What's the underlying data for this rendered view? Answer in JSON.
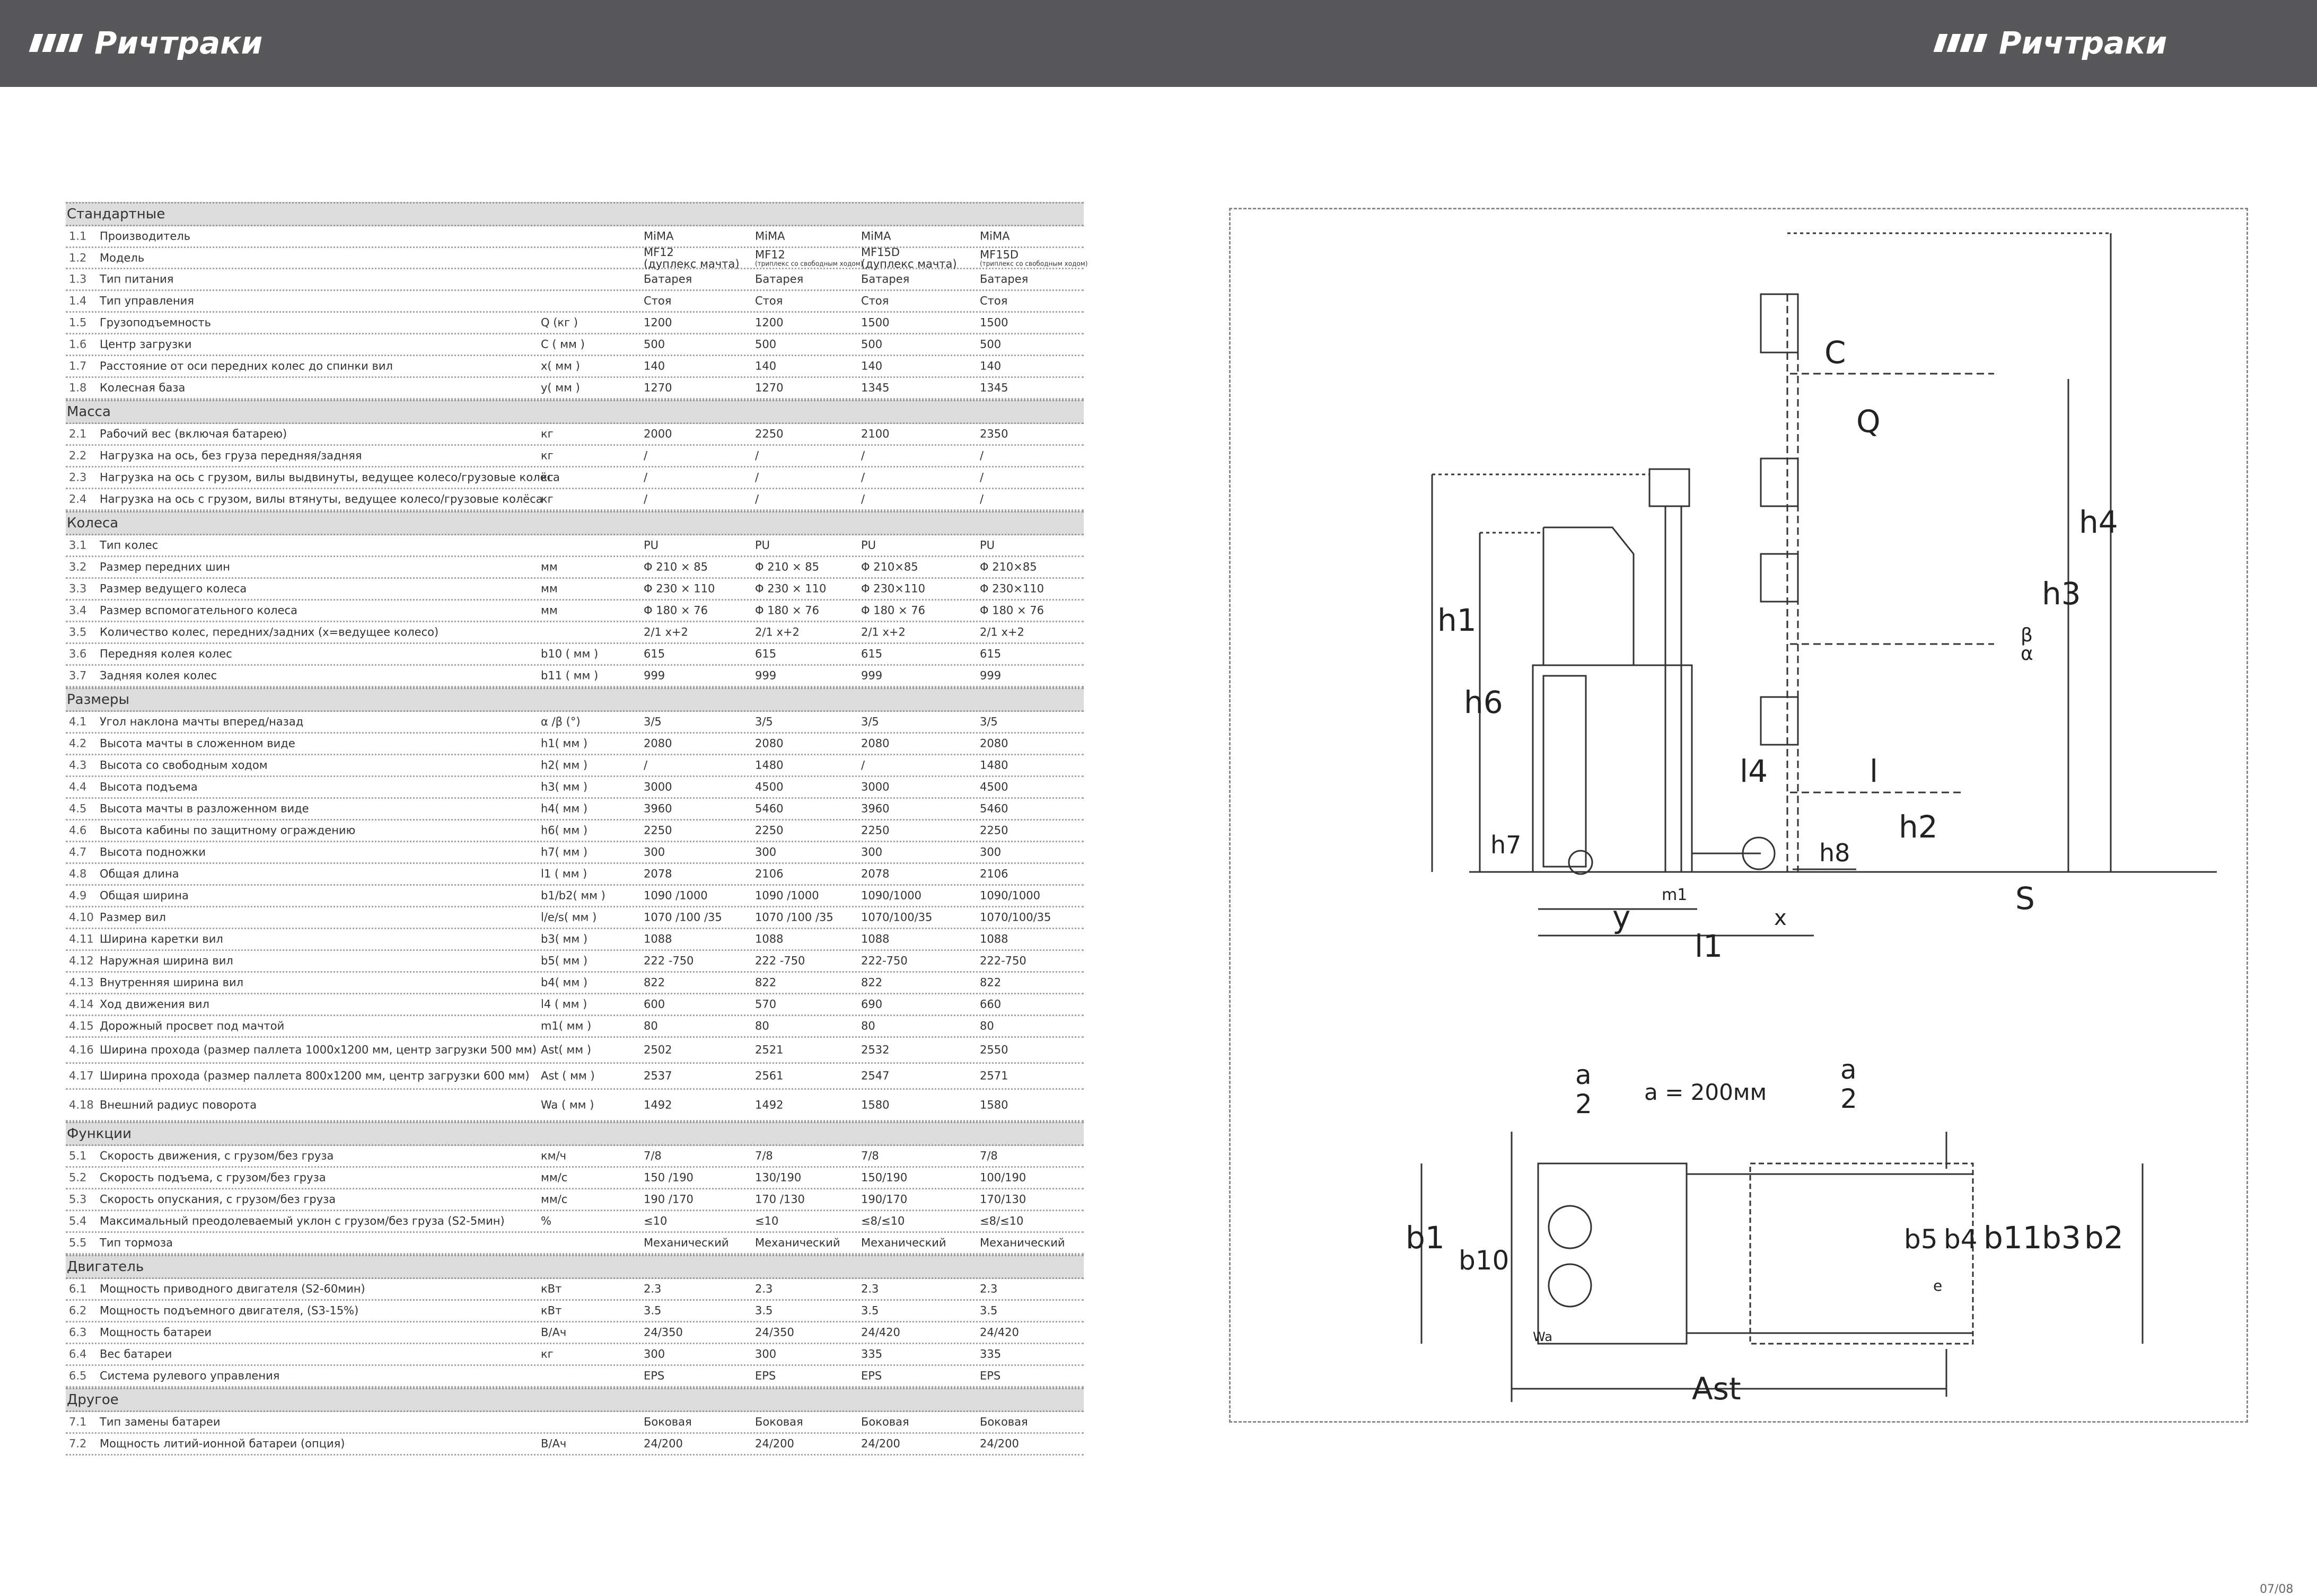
{
  "header": {
    "brand_left": "Ричтраки",
    "brand_right": "Ричтраки"
  },
  "spec": {
    "sections": [
      {
        "title": "Стандартные",
        "rows": [
          {
            "num": "1.1",
            "name": "Производитель",
            "unit": "",
            "v": [
              "MiMA",
              "MiMA",
              "MiMA",
              "MiMA"
            ]
          },
          {
            "num": "1.2",
            "name": "Модель",
            "unit": "",
            "v": [
              "MF12",
              "MF12",
              "MF15D",
              "MF15D"
            ],
            "sub": [
              "(дуплекс мачта)",
              "(триплекс со свободным ходом)",
              "(дуплекс мачта)",
              "(триплекс со свободным ходом)"
            ]
          },
          {
            "num": "1.3",
            "name": "Тип питания",
            "unit": "",
            "v": [
              "Батарея",
              "Батарея",
              "Батарея",
              "Батарея"
            ]
          },
          {
            "num": "1.4",
            "name": "Тип управления",
            "unit": "",
            "v": [
              "Стоя",
              "Стоя",
              "Стоя",
              "Стоя"
            ]
          },
          {
            "num": "1.5",
            "name": "Грузоподъемность",
            "unit": "Q (кг )",
            "v": [
              "1200",
              "1200",
              "1500",
              "1500"
            ]
          },
          {
            "num": "1.6",
            "name": "Центр загрузки",
            "unit": "C ( мм )",
            "v": [
              "500",
              "500",
              "500",
              "500"
            ]
          },
          {
            "num": "1.7",
            "name": "Расстояние от оси передних колес до спинки вил",
            "unit": "x( мм )",
            "v": [
              "140",
              "140",
              "140",
              "140"
            ]
          },
          {
            "num": "1.8",
            "name": "Колесная база",
            "unit": "y( мм )",
            "v": [
              "1270",
              "1270",
              "1345",
              "1345"
            ]
          }
        ]
      },
      {
        "title": "Масса",
        "rows": [
          {
            "num": "2.1",
            "name": "Рабочий вес (включая батарею)",
            "unit": "кг",
            "v": [
              "2000",
              "2250",
              "2100",
              "2350"
            ]
          },
          {
            "num": "2.2",
            "name": "Нагрузка на ось, без груза передняя/задняя",
            "unit": "кг",
            "v": [
              "/",
              "/",
              "/",
              "/"
            ]
          },
          {
            "num": "2.3",
            "name": "Нагрузка на ось с грузом, вилы выдвинуты, ведущее колесо/грузовые колёса",
            "unit": "кг",
            "v": [
              "/",
              "/",
              "/",
              "/"
            ]
          },
          {
            "num": "2.4",
            "name": "Нагрузка на ось с грузом, вилы втянуты, ведущее колесо/грузовые колёса",
            "unit": "кг",
            "v": [
              "/",
              "/",
              "/",
              "/"
            ]
          }
        ]
      },
      {
        "title": "Колеса",
        "rows": [
          {
            "num": "3.1",
            "name": "Тип колес",
            "unit": "",
            "v": [
              "PU",
              "PU",
              "PU",
              "PU"
            ]
          },
          {
            "num": "3.2",
            "name": "Размер передних шин",
            "unit": "мм",
            "v": [
              "Φ 210 × 85",
              "Φ 210 × 85",
              "Φ 210×85",
              "Φ 210×85"
            ]
          },
          {
            "num": "3.3",
            "name": "Размер ведущего колеса",
            "unit": "мм",
            "v": [
              "Φ 230 × 110",
              "Φ 230 × 110",
              "Φ 230×110",
              "Φ 230×110"
            ]
          },
          {
            "num": "3.4",
            "name": "Размер вспомогательного колеса",
            "unit": "мм",
            "v": [
              "Φ 180 × 76",
              "Φ 180 × 76",
              "Φ 180 × 76",
              "Φ 180 × 76"
            ]
          },
          {
            "num": "3.5",
            "name": "Количество колес, передних/задних (x=ведущее колесо)",
            "unit": "",
            "v": [
              "2/1 x+2",
              "2/1 x+2",
              "2/1 x+2",
              "2/1 x+2"
            ]
          },
          {
            "num": "3.6",
            "name": "Передняя колея колес",
            "unit": "b10 ( мм )",
            "v": [
              "615",
              "615",
              "615",
              "615"
            ]
          },
          {
            "num": "3.7",
            "name": "Задняя колея колес",
            "unit": "b11 ( мм )",
            "v": [
              "999",
              "999",
              "999",
              "999"
            ]
          }
        ]
      },
      {
        "title": "Размеры",
        "rows": [
          {
            "num": "4.1",
            "name": "Угол наклона мачты вперед/назад",
            "unit": "α /β (°)",
            "v": [
              "3/5",
              "3/5",
              "3/5",
              "3/5"
            ]
          },
          {
            "num": "4.2",
            "name": "Высота мачты в сложенном виде",
            "unit": "h1( мм )",
            "v": [
              "2080",
              "2080",
              "2080",
              "2080"
            ]
          },
          {
            "num": "4.3",
            "name": "Высота со свободным ходом",
            "unit": "h2( мм )",
            "v": [
              "/",
              "1480",
              "/",
              "1480"
            ]
          },
          {
            "num": "4.4",
            "name": "Высота подъема",
            "unit": "h3( мм )",
            "v": [
              "3000",
              "4500",
              "3000",
              "4500"
            ]
          },
          {
            "num": "4.5",
            "name": "Высота мачты в разложенном виде",
            "unit": "h4( мм )",
            "v": [
              "3960",
              "5460",
              "3960",
              "5460"
            ]
          },
          {
            "num": "4.6",
            "name": "Высота кабины по защитному ограждению",
            "unit": "h6( мм )",
            "v": [
              "2250",
              "2250",
              "2250",
              "2250"
            ]
          },
          {
            "num": "4.7",
            "name": "Высота подножки",
            "unit": "h7( мм )",
            "v": [
              "300",
              "300",
              "300",
              "300"
            ]
          },
          {
            "num": "4.8",
            "name": "Общая длина",
            "unit": "l1 ( мм )",
            "v": [
              "2078",
              "2106",
              "2078",
              "2106"
            ]
          },
          {
            "num": "4.9",
            "name": "Общая ширина",
            "unit": "b1/b2( мм )",
            "v": [
              "1090 /1000",
              "1090 /1000",
              "1090/1000",
              "1090/1000"
            ]
          },
          {
            "num": "4.10",
            "name": "Размер вил",
            "unit": "l/e/s( мм )",
            "v": [
              "1070 /100 /35",
              "1070 /100 /35",
              "1070/100/35",
              "1070/100/35"
            ]
          },
          {
            "num": "4.11",
            "name": "Ширина каретки вил",
            "unit": "b3( мм )",
            "v": [
              "1088",
              "1088",
              "1088",
              "1088"
            ]
          },
          {
            "num": "4.12",
            "name": "Наружная ширина вил",
            "unit": "b5( мм )",
            "v": [
              "222 -750",
              "222 -750",
              "222-750",
              "222-750"
            ]
          },
          {
            "num": "4.13",
            "name": "Внутренняя ширина вил",
            "unit": "b4( мм )",
            "v": [
              "822",
              "822",
              "822",
              "822"
            ]
          },
          {
            "num": "4.14",
            "name": "Ход движения вил",
            "unit": "l4 ( мм )",
            "v": [
              "600",
              "570",
              "690",
              "660"
            ]
          },
          {
            "num": "4.15",
            "name": "Дорожный просвет под мачтой",
            "unit": "m1( мм )",
            "v": [
              "80",
              "80",
              "80",
              "80"
            ]
          },
          {
            "num": "4.16",
            "name": "Ширина прохода (размер паллета 1000x1200 мм, центр загрузки 500 мм)",
            "unit": "Ast( мм )",
            "v": [
              "2502",
              "2521",
              "2532",
              "2550"
            ]
          },
          {
            "num": "4.17",
            "name": "Ширина прохода (размер паллета 800x1200 мм, центр загрузки 600 мм)",
            "unit": "Ast ( мм )",
            "v": [
              "2537",
              "2561",
              "2547",
              "2571"
            ]
          },
          {
            "num": "4.18",
            "name": "Внешний радиус поворота",
            "unit": "Wa ( мм )",
            "v": [
              "1492",
              "1492",
              "1580",
              "1580"
            ]
          }
        ]
      },
      {
        "title": "Функции",
        "rows": [
          {
            "num": "5.1",
            "name": "Скорость движения, с грузом/без груза",
            "unit": "км/ч",
            "v": [
              "7/8",
              "7/8",
              "7/8",
              "7/8"
            ]
          },
          {
            "num": "5.2",
            "name": "Скорость подъема, с грузом/без груза",
            "unit": "мм/с",
            "v": [
              "150 /190",
              "130/190",
              "150/190",
              "100/190"
            ]
          },
          {
            "num": "5.3",
            "name": "Скорость опускания, с грузом/без груза",
            "unit": "мм/с",
            "v": [
              "190 /170",
              "170 /130",
              "190/170",
              "170/130"
            ]
          },
          {
            "num": "5.4",
            "name": "Максимальный преодолеваемый уклон с грузом/без груза (S2-5мин)",
            "unit": "%",
            "v": [
              "≤10",
              "≤10",
              "≤8/≤10",
              "≤8/≤10"
            ]
          },
          {
            "num": "5.5",
            "name": "Тип тормоза",
            "unit": "",
            "v": [
              "Механический",
              "Механический",
              "Механический",
              "Механический"
            ]
          }
        ]
      },
      {
        "title": "Двигатель",
        "rows": [
          {
            "num": "6.1",
            "name": "Мощность приводного двигателя (S2-60мин)",
            "unit": "кВт",
            "v": [
              "2.3",
              "2.3",
              "2.3",
              "2.3"
            ]
          },
          {
            "num": "6.2",
            "name": "Мощность подъемного двигателя, (S3-15%)",
            "unit": "кВт",
            "v": [
              "3.5",
              "3.5",
              "3.5",
              "3.5"
            ]
          },
          {
            "num": "6.3",
            "name": "Мощность батареи",
            "unit": "В/Ач",
            "v": [
              "24/350",
              "24/350",
              "24/420",
              "24/420"
            ]
          },
          {
            "num": "6.4",
            "name": "Вес батареи",
            "unit": "кг",
            "v": [
              "300",
              "300",
              "335",
              "335"
            ]
          },
          {
            "num": "6.5",
            "name": "Система рулевого управления",
            "unit": "",
            "v": [
              "EPS",
              "EPS",
              "EPS",
              "EPS"
            ]
          }
        ]
      },
      {
        "title": "Другое",
        "rows": [
          {
            "num": "7.1",
            "name": "Тип замены батареи",
            "unit": "",
            "v": [
              "Боковая",
              "Боковая",
              "Боковая",
              "Боковая"
            ]
          },
          {
            "num": "7.2",
            "name": "Мощность литий-ионной батареи (опция)",
            "unit": "В/Ач",
            "v": [
              "24/200",
              "24/200",
              "24/200",
              "24/200"
            ]
          }
        ]
      }
    ]
  },
  "diagram": {
    "side_labels": {
      "C": "C",
      "Q": "Q",
      "h4": "h4",
      "h3": "h3",
      "h1": "h1",
      "h6": "h6",
      "beta": "β",
      "alpha": "α",
      "l4": "l4",
      "l": "l",
      "h7": "h7",
      "h8": "h8",
      "h2": "h2",
      "m1": "m1",
      "y": "y",
      "x": "x",
      "l1": "l1",
      "S": "S"
    },
    "top_labels": {
      "a_left": "a",
      "two_left": "2",
      "a_eq": "a = 200мм",
      "a_right": "a",
      "two_right": "2",
      "b1": "b1",
      "b10": "b10",
      "b5": "b5",
      "b4": "b4",
      "b11": "b11",
      "b3": "b3",
      "b2": "b2",
      "e": "e",
      "wa": "Wa",
      "ast": "Ast"
    }
  },
  "page_number": "07/08"
}
